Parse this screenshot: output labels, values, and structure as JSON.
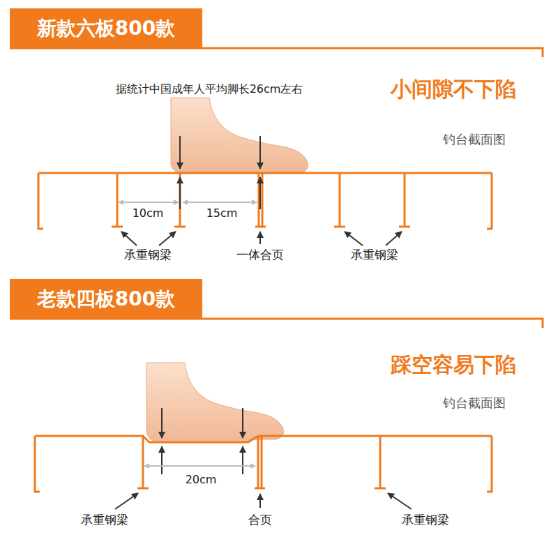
{
  "diagram": {
    "nodes": [
      {
        "text": [
          "新款六板800款"
        ]
      },
      {
        "text": [
          "老款四板800款"
        ]
      }
    ],
    "labels": [
      "据统计中国成年人平均脚长26cm左右",
      "小间隙不下陷",
      "钓台截面图",
      "10cm",
      "15cm",
      "承重钢梁",
      "一体合页",
      "承重钢梁",
      "踩空容易下陷",
      "钓台截面图",
      "20cm",
      "承重钢梁",
      "合页",
      "承重钢梁"
    ]
  }
}
